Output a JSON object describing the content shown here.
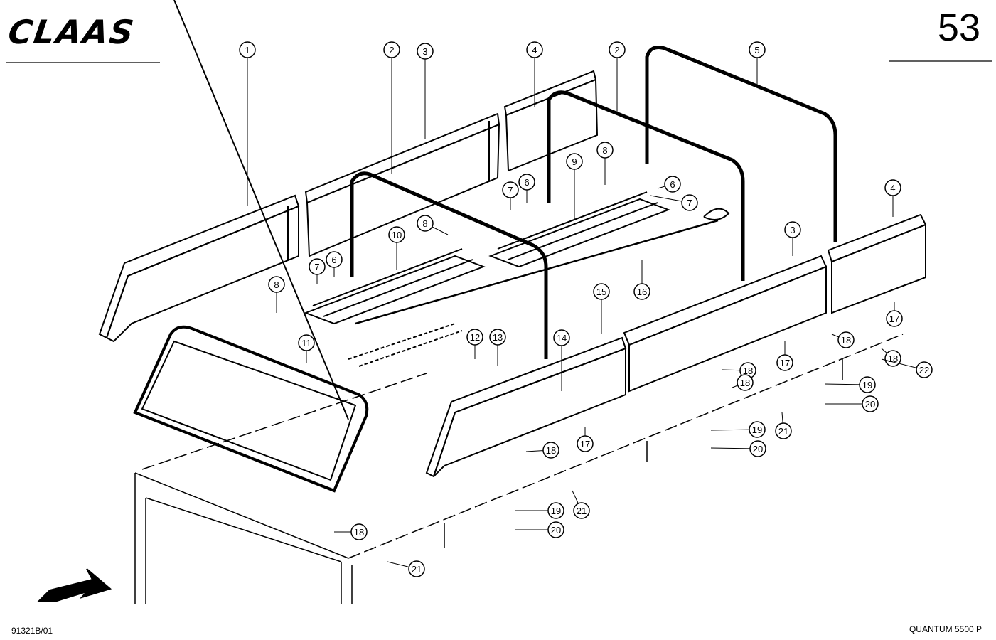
{
  "header": {
    "brand": "CLAAS",
    "page_number": "53"
  },
  "footer": {
    "drawing_code": "91321B/01",
    "model": "QUANTUM 5500 P"
  },
  "callouts": [
    "1",
    "2",
    "3",
    "4",
    "2",
    "5",
    "4",
    "3",
    "6",
    "7",
    "6",
    "7",
    "8",
    "9",
    "8",
    "6",
    "7",
    "8",
    "10",
    "11",
    "12",
    "13",
    "14",
    "15",
    "16",
    "17",
    "17",
    "17",
    "18",
    "18",
    "18",
    "18",
    "18",
    "18",
    "19",
    "19",
    "19",
    "20",
    "20",
    "20",
    "21",
    "21",
    "21",
    "22"
  ],
  "colors": {
    "ink": "#000000",
    "paper": "#ffffff"
  }
}
